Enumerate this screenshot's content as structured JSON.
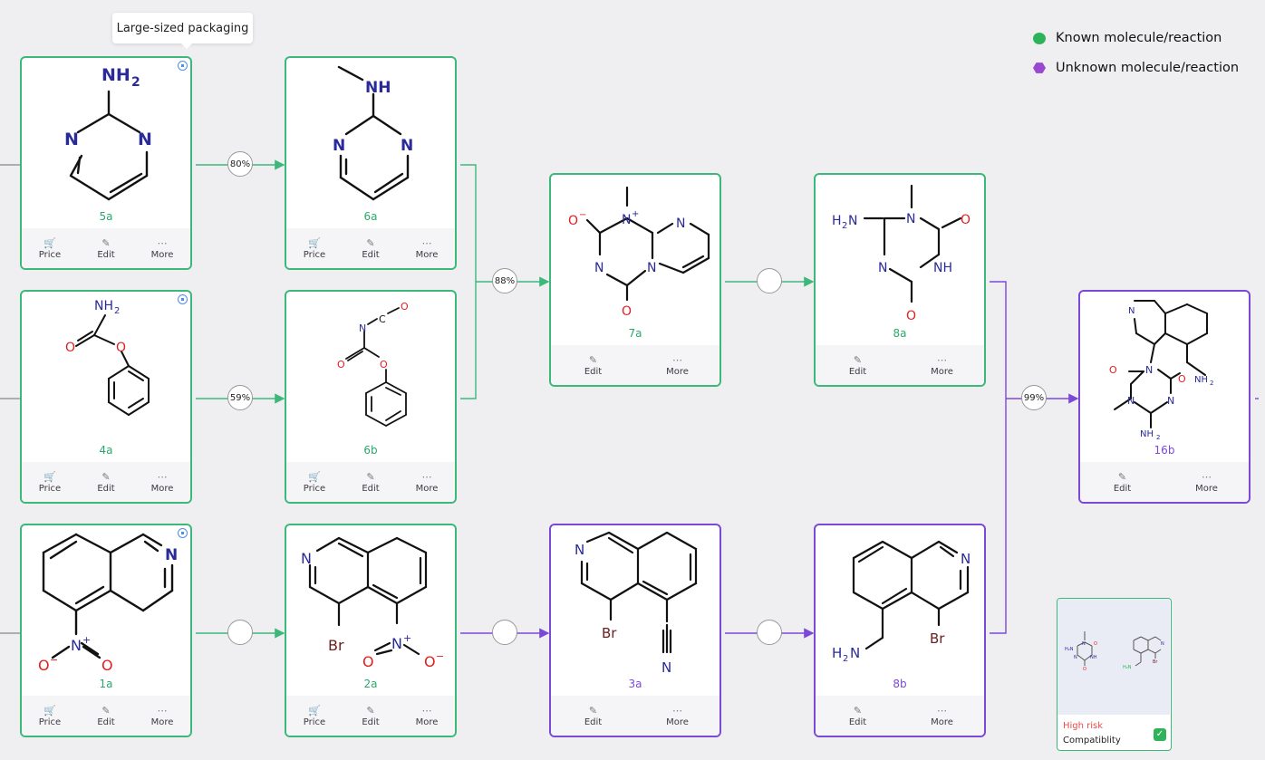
{
  "tooltip": "Large-sized packaging",
  "legend": {
    "known": "Known molecule/reaction",
    "unknown": "Unknown molecule/reaction"
  },
  "colors": {
    "known": "#3cb87a",
    "unknown": "#7c48d8",
    "atom_n": "#2a2a98",
    "atom_o": "#e02020",
    "atom_br": "#6b2020"
  },
  "actions": {
    "price": "Price",
    "edit": "Edit",
    "more": "More"
  },
  "cards": {
    "c5a": {
      "label": "5a",
      "atoms": {
        "nh2": "NH",
        "nh2_sub": "2",
        "n1": "N",
        "n2": "N"
      }
    },
    "c6a": {
      "label": "6a",
      "atoms": {
        "nh": "NH",
        "n1": "N",
        "n2": "N"
      }
    },
    "c7a": {
      "label": "7a",
      "atoms": {
        "o1": "O",
        "o1_chg": "−",
        "n1": "N",
        "n1_chg": "+",
        "n2": "N",
        "n3": "N",
        "n4": "N",
        "o2": "O"
      }
    },
    "c8a": {
      "label": "8a",
      "atoms": {
        "h2n": "H",
        "h2n_sub": "2",
        "h2n_n": "N",
        "n1": "N",
        "o1": "O",
        "n2": "N",
        "nh": "NH",
        "o2": "O"
      }
    },
    "c16b": {
      "label": "16b",
      "atoms": {
        "n1": "N",
        "o1": "O",
        "n2": "N",
        "o2": "O",
        "nh2": "NH",
        "nh2_sub": "2",
        "n3": "N",
        "n4": "N",
        "nh2b": "NH",
        "nh2b_sub": "2"
      }
    },
    "c4a": {
      "label": "4a",
      "atoms": {
        "nh2": "NH",
        "nh2_sub": "2",
        "o1": "O",
        "o2": "O"
      }
    },
    "c6b": {
      "label": "6b",
      "atoms": {
        "n": "N",
        "c": "C",
        "o1": "O",
        "o2": "O",
        "o3": "O"
      }
    },
    "c1a": {
      "label": "1a",
      "atoms": {
        "n": "N",
        "n2": "N",
        "n2_chg": "+",
        "o1": "O",
        "o1_chg": "−",
        "o2": "O"
      }
    },
    "c2a": {
      "label": "2a",
      "atoms": {
        "n": "N",
        "br": "Br",
        "n2": "N",
        "n2_chg": "+",
        "o1": "O",
        "o2": "O",
        "o2_chg": "−"
      }
    },
    "c3a": {
      "label": "3a",
      "atoms": {
        "n": "N",
        "br": "Br",
        "cn": "N"
      }
    },
    "c8b": {
      "label": "8b",
      "atoms": {
        "n": "N",
        "br": "Br",
        "h2n": "H",
        "h2n_sub": "2",
        "h2n_n": "N"
      }
    }
  },
  "reactions": {
    "r1": {
      "value": "80%"
    },
    "r2": {
      "value": "59%"
    },
    "r3": {
      "value": ""
    },
    "r4": {
      "value": "88%"
    },
    "r5": {
      "value": ""
    },
    "r6": {
      "value": ""
    },
    "r7": {
      "value": "99%"
    }
  },
  "compatibility_card": {
    "risk": "High risk",
    "compat": "Compatiblity",
    "atoms": {
      "h2n": "H₂N",
      "n1": "N",
      "o1": "O",
      "n2": "N",
      "nh": "NH",
      "o2": "O",
      "n3": "N",
      "br": "Br",
      "h2n2": "H₂N"
    }
  }
}
